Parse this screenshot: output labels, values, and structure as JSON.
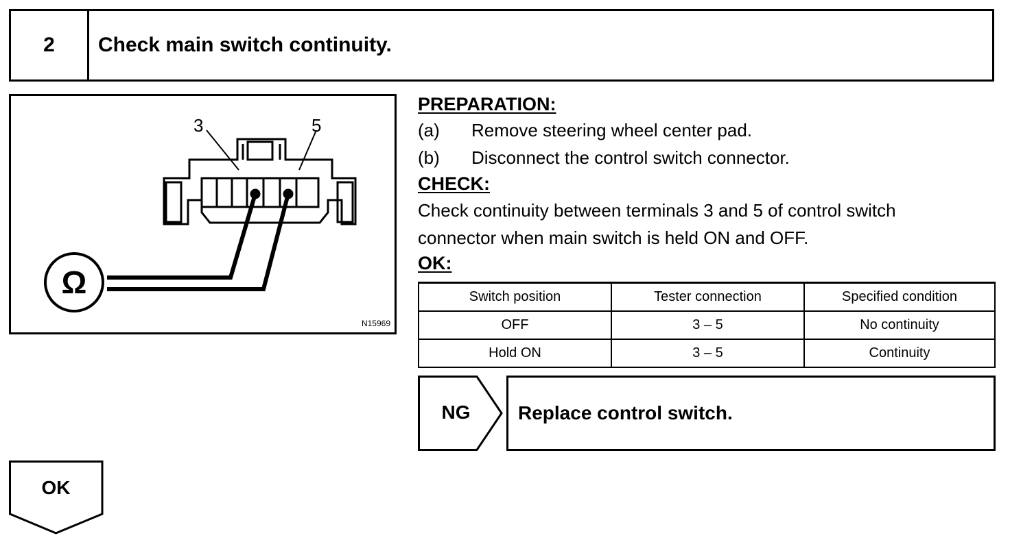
{
  "step": {
    "number": "2",
    "title": "Check main switch continuity."
  },
  "figure": {
    "terminal_left": "3",
    "terminal_right": "5",
    "meter_symbol": "Ω",
    "code": "N15969",
    "meter_icon": "ohmmeter-icon"
  },
  "preparation": {
    "heading": "PREPARATION:",
    "steps": [
      {
        "letter": "(a)",
        "text": "Remove steering wheel center pad."
      },
      {
        "letter": "(b)",
        "text": "Disconnect the control switch connector."
      }
    ]
  },
  "check": {
    "heading": "CHECK:",
    "line1": "Check continuity between terminals 3 and 5 of control switch",
    "line2": "connector when main switch is held ON and OFF."
  },
  "ok_spec": {
    "heading": "OK:",
    "columns": [
      "Switch position",
      "Tester connection",
      "Specified condition"
    ],
    "rows": [
      [
        "OFF",
        "3 – 5",
        "No continuity"
      ],
      [
        "Hold ON",
        "3 – 5",
        "Continuity"
      ]
    ]
  },
  "ng": {
    "label": "NG",
    "action": "Replace control switch."
  },
  "ok_next": {
    "label": "OK"
  }
}
